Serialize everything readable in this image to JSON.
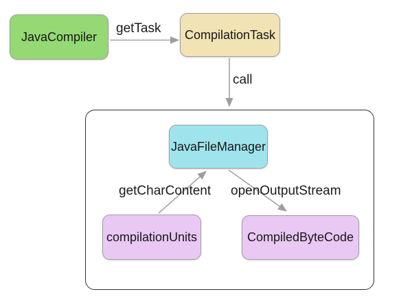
{
  "diagram": {
    "nodes": [
      {
        "id": "java-compiler",
        "label": "JavaCompiler",
        "fill": "#94d973"
      },
      {
        "id": "compilation-task",
        "label": "CompilationTask",
        "fill": "#f1e3b3"
      },
      {
        "id": "java-file-manager",
        "label": "JavaFileManager",
        "fill": "#9fe4ed"
      },
      {
        "id": "compilation-units",
        "label": "compilationUnits",
        "fill": "#e9c8f4"
      },
      {
        "id": "compiled-byte-code",
        "label": "CompiledByteCode",
        "fill": "#e9c8f4"
      }
    ],
    "edges": [
      {
        "id": "get-task",
        "label": "getTask",
        "from": "JavaCompiler",
        "to": "CompilationTask"
      },
      {
        "id": "call",
        "label": "call",
        "from": "CompilationTask",
        "to": "file-manager-group"
      },
      {
        "id": "get-char-content",
        "label": "getCharContent",
        "from": "compilationUnits",
        "to": "JavaFileManager"
      },
      {
        "id": "open-output-stream",
        "label": "openOutputStream",
        "from": "JavaFileManager",
        "to": "CompiledByteCode"
      }
    ],
    "colors": {
      "background": "#ffffff",
      "group_border": "#3b2b2b",
      "node_border": "#9e9e9e",
      "arrow": "#a3a3a3",
      "text": "#1a1a1a"
    }
  }
}
